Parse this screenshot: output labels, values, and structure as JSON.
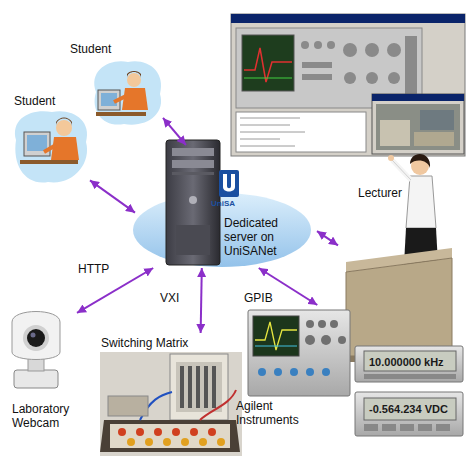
{
  "diagram": {
    "nodes": [
      {
        "text": [
          "Student"
        ]
      },
      {
        "text": [
          "Student"
        ]
      },
      {
        "text": [
          "UniSA",
          "Dedicated server on UniSANet"
        ]
      },
      {
        "text": [
          "Lecturer"
        ]
      },
      {
        "text": [
          "Laboratory Webcam"
        ]
      },
      {
        "text": [
          "Switching Matrix"
        ]
      },
      {
        "text": [
          "Agilent Instruments"
        ]
      }
    ],
    "edges": [
      {
        "from": 0,
        "to": 2,
        "arrow": "both"
      },
      {
        "from": 1,
        "to": 2,
        "arrow": "both"
      },
      {
        "from": 2,
        "to": 3,
        "arrow": "both"
      },
      {
        "from": 2,
        "to": 4,
        "label": "HTTP",
        "arrow": "both"
      },
      {
        "from": 2,
        "to": 5,
        "label": "VXI",
        "arrow": "both"
      },
      {
        "from": 2,
        "to": 6,
        "label": "GPIB",
        "arrow": "both"
      }
    ],
    "labels": [
      "10.000000 kHz",
      "-0.564.234 VDC"
    ]
  }
}
